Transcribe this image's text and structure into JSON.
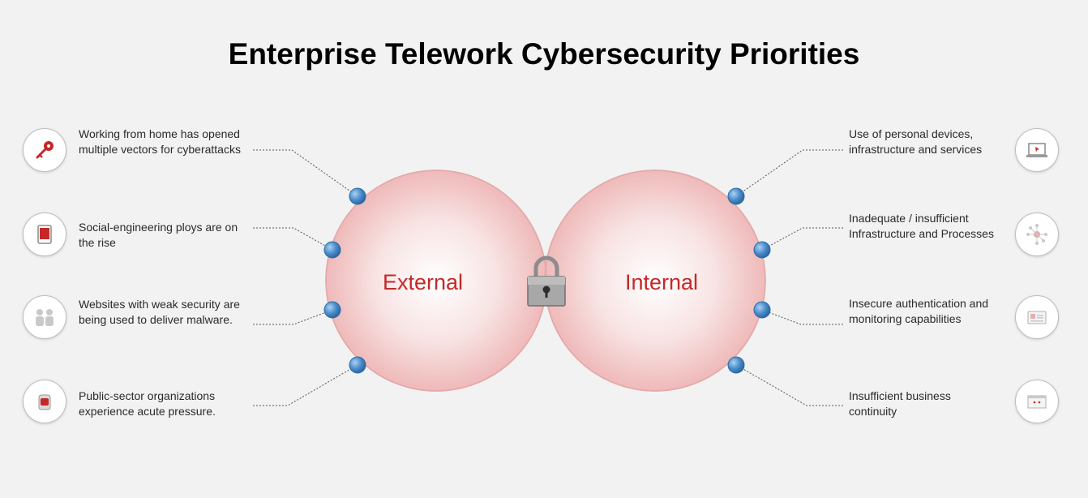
{
  "title": "Enterprise Telework Cybersecurity Priorities",
  "venn": {
    "left_label": "External",
    "right_label": "Internal",
    "center_icon": "padlock-icon"
  },
  "external_items": [
    {
      "text": "Working from home has opened multiple vectors for cyberattacks",
      "icon": "key-icon"
    },
    {
      "text": "Social-engineering ploys are on the rise",
      "icon": "tablet-icon"
    },
    {
      "text": "Websites with weak security are being used to deliver malware.",
      "icon": "people-icon"
    },
    {
      "text": "Public-sector organizations experience acute pressure.",
      "icon": "badge-icon"
    }
  ],
  "internal_items": [
    {
      "text": "Use of personal devices, infrastructure and services",
      "icon": "laptop-icon"
    },
    {
      "text": "Inadequate / insufficient Infrastructure and Processes",
      "icon": "network-icon"
    },
    {
      "text": "Insecure authentication and monitoring capabilities",
      "icon": "id-card-icon"
    },
    {
      "text": "Insufficient business continuity",
      "icon": "browser-window-icon"
    }
  ],
  "colors": {
    "accent": "#c62828",
    "circle_fill": "#f3c9c9",
    "circle_stroke": "#e2a8a8",
    "overlap": "#e09a9a",
    "node": "#4a8bc8"
  }
}
